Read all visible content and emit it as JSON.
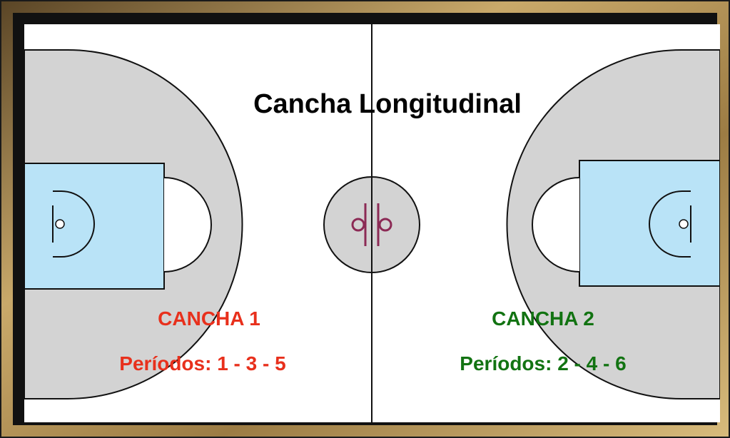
{
  "title": "Cancha Longitudinal",
  "courts": [
    {
      "name": "CANCHA 1",
      "periods": "Períodos: 1 - 3 - 5",
      "color": "#e8301c"
    },
    {
      "name": "CANCHA 2",
      "periods": "Períodos: 2 - 4 - 6",
      "color": "#127312"
    }
  ],
  "colors": {
    "frame": "#8a6d3b",
    "key_area": "#b9e3f7",
    "three_point_area": "#d3d3d3",
    "center_logo": "#8c2a55",
    "floor": "#ffffff",
    "lines": "#111111"
  },
  "center_logo_icon": "db-monogram-icon"
}
